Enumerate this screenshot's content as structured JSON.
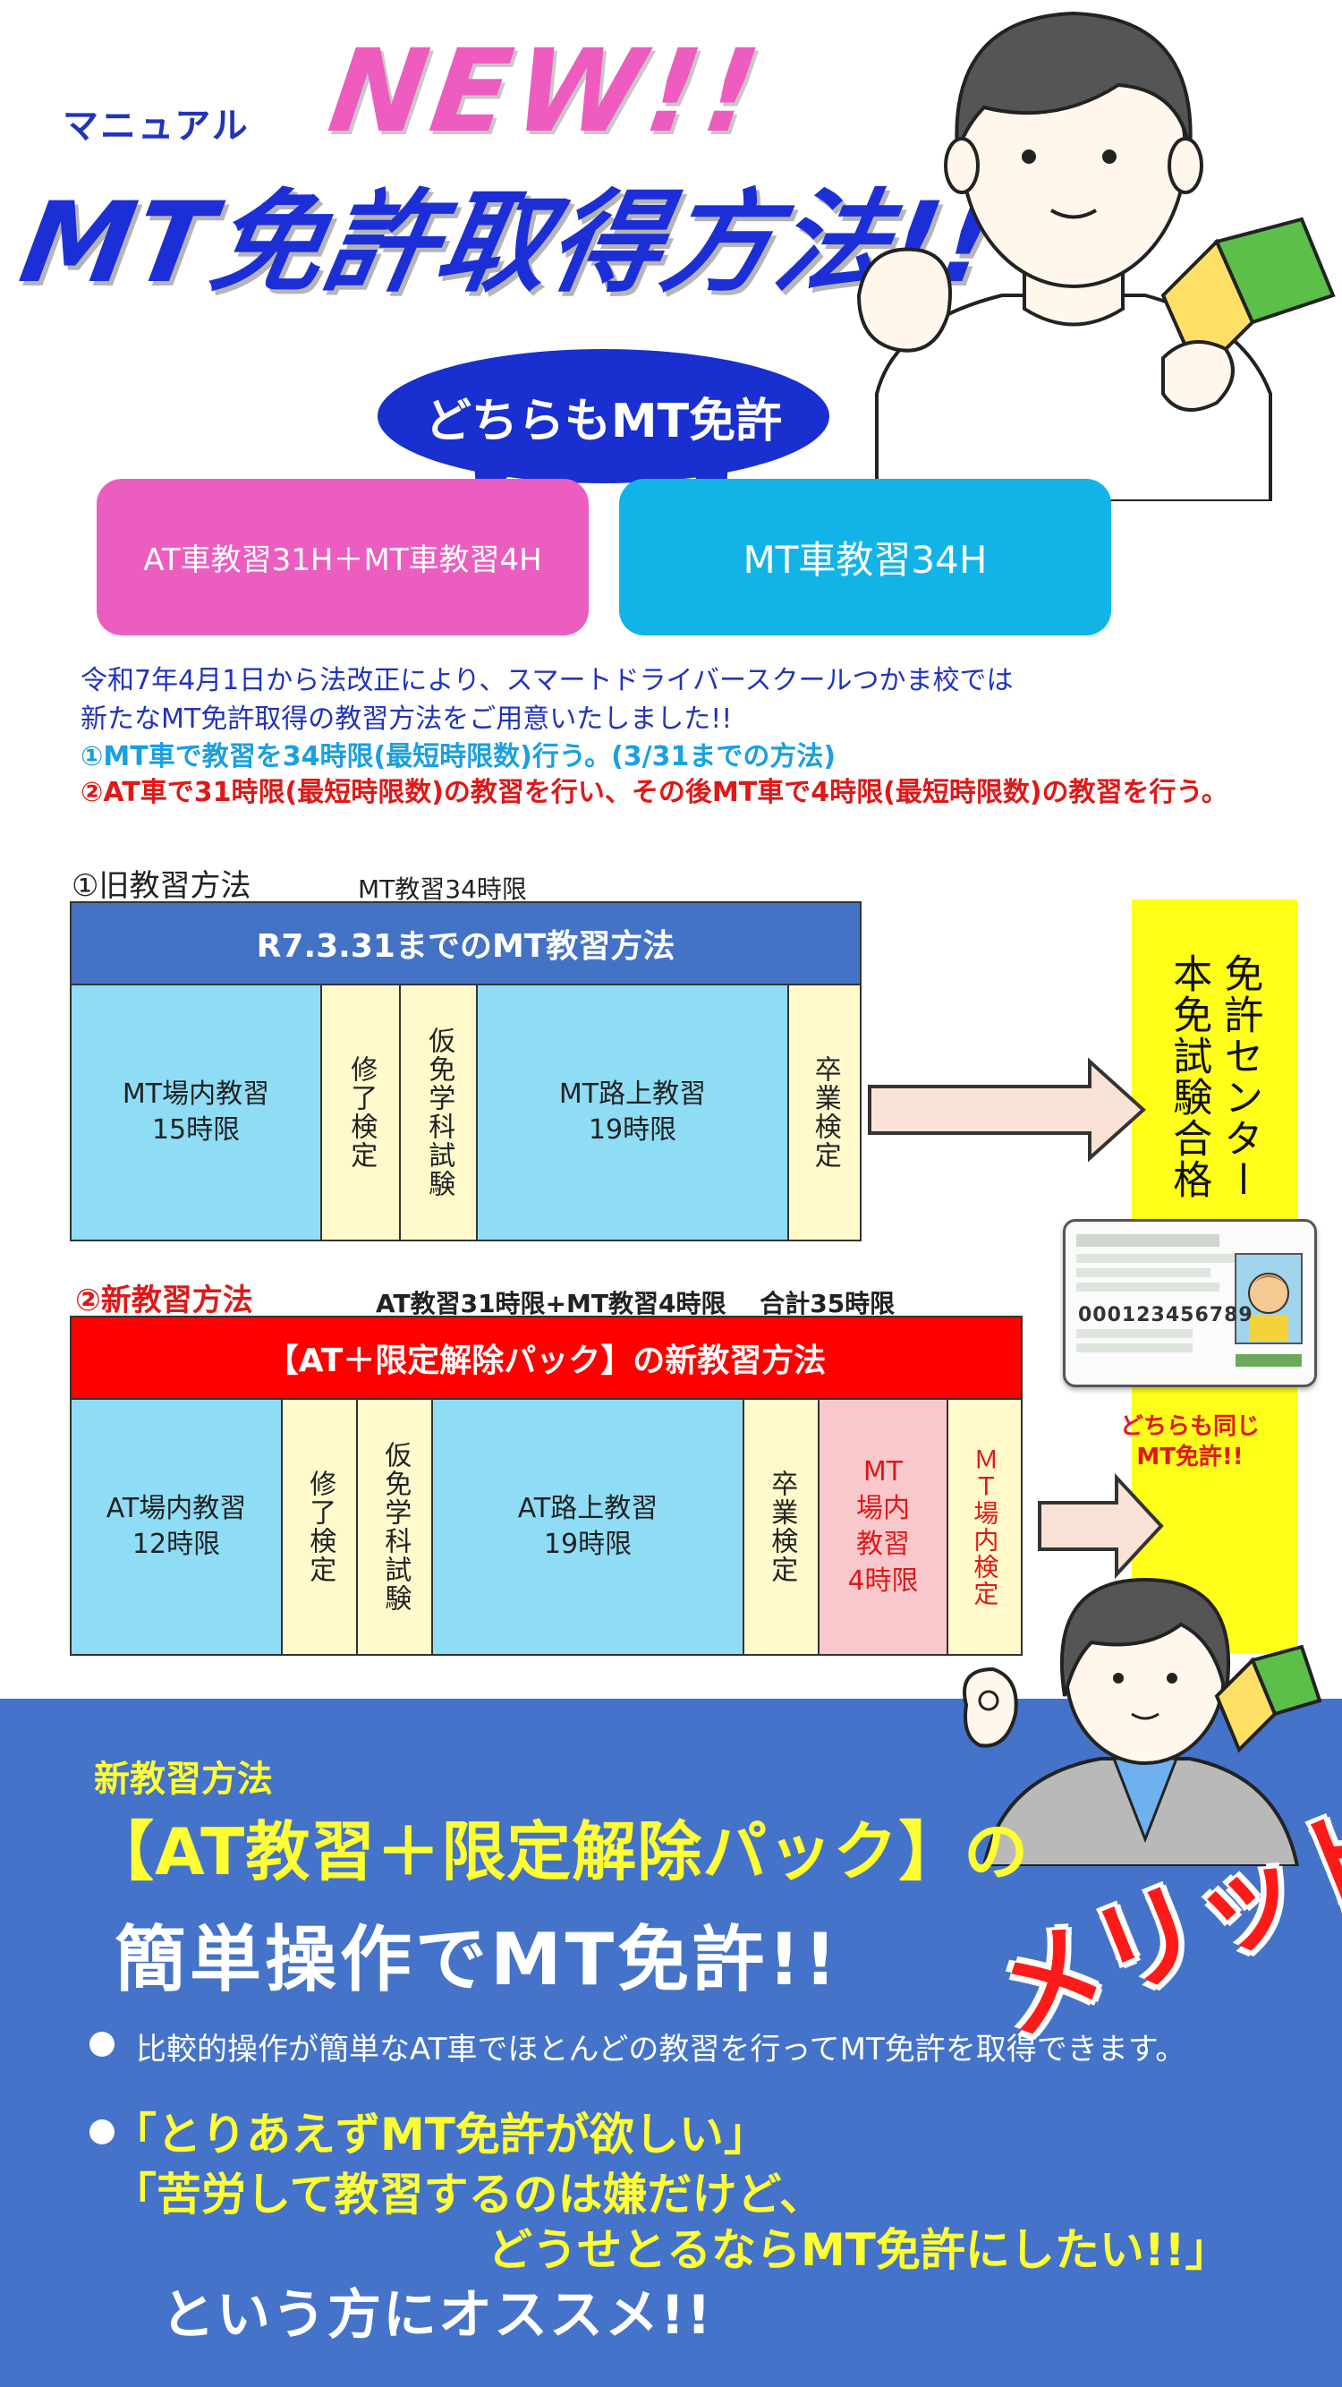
{
  "header": {
    "manual": "マニュアル",
    "new": "NEW!!",
    "title": "MT免許取得方法!!"
  },
  "bubbles": {
    "oval": "どちらもMT免許",
    "at_box": "AT車教習31H＋MT車教習4H",
    "mt_box": "MT車教習34H"
  },
  "intro": {
    "line1": "令和7年4月1日から法改正により、スマートドライバースクールつかま校では",
    "line2": "新たなMT免許取得の教習方法をご用意いたしました!!",
    "line3": "①MT車で教習を34時限(最短時限数)行う。(3/31までの方法)",
    "line4": "②AT車で31時限(最短時限数)の教習を行い、その後MT車で4時限(最短時限数)の教習を行う。"
  },
  "old_method": {
    "label": "①旧教習方法",
    "sub": "MT教習34時限",
    "header": "R7.3.31までのMT教習方法",
    "cells": {
      "in_course": "MT場内教習\n15時限",
      "exam1": "修了検定",
      "written": "仮免学科試験",
      "road": "MT路上教習\n19時限",
      "grad": "卒業検定"
    }
  },
  "new_method": {
    "label": "②新教習方法",
    "sub": "AT教習31時限+MT教習4時限　 合計35時限",
    "header": "【AT＋限定解除パック】の新教習方法",
    "cells": {
      "in_course": "AT場内教習\n12時限",
      "exam1": "修了検定",
      "written": "仮免学科試験",
      "road": "AT路上教習\n19時限",
      "grad": "卒業検定",
      "mt_in": "MT\n場内\n教習\n4時限",
      "mt_check": "ＭＴ場内検定"
    }
  },
  "license": {
    "center": "免許センター本免試験合格",
    "same": "どちらも同じ\nMT免許!!",
    "card_number": "000123456789"
  },
  "bottom": {
    "small": "新教習方法",
    "pack": "【AT教習＋限定解除パック】の",
    "easy": "簡単操作でMT免許!!",
    "bullet1": "比較的操作が簡単なAT車でほとんどの教習を行ってMT免許を取得できます。",
    "quote1": "「とりあえずMT免許が欲しい」",
    "quote2": "「苦労して教習するのは嫌だけど、",
    "quote3": "どうせとるならMT免許にしたい!!」",
    "last": "という方にオススメ!!",
    "merit": "メリット"
  },
  "colors": {
    "navy": "#1c2fd6",
    "pink": "#ec5dc0",
    "cyan": "#12b4e8",
    "header_blue": "#4472c4",
    "header_red": "#ff0000",
    "yellow": "#ffff1a",
    "bottom_blue": "#4473c9"
  }
}
